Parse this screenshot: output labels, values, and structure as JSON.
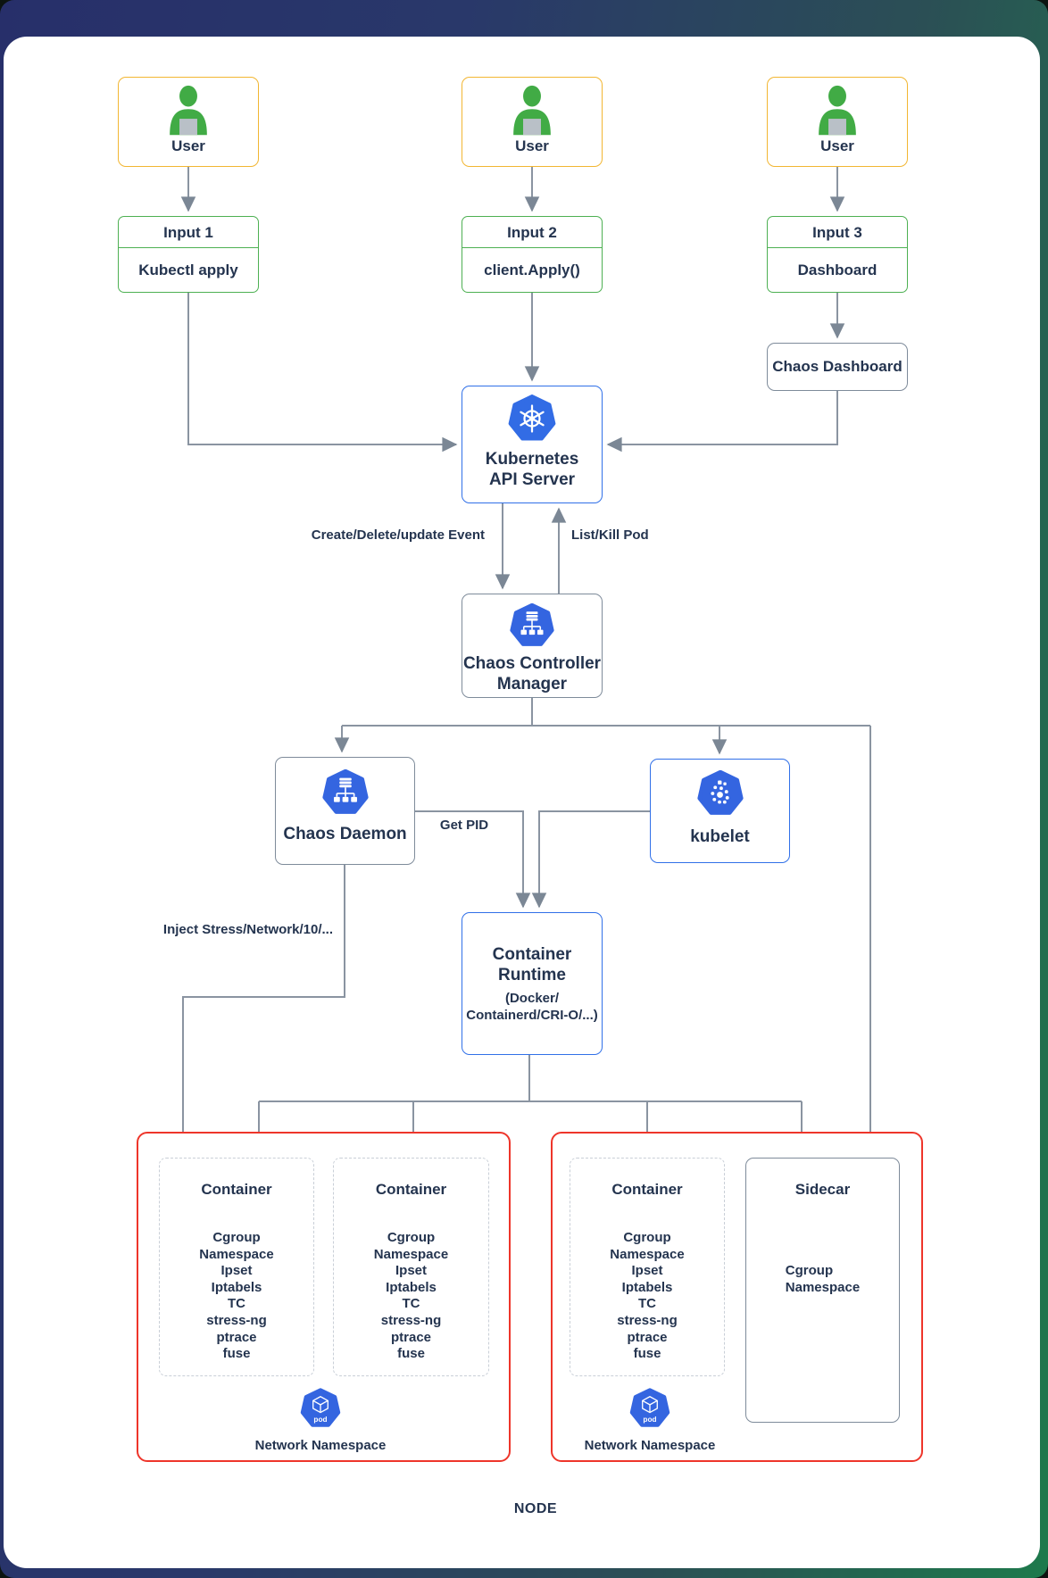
{
  "colors": {
    "accent_blue": "#326CE5",
    "border_blue": "#3070e8",
    "border_green": "#4db052",
    "border_yellow": "#f2b632",
    "border_red": "#ee352a",
    "border_gray": "#7e8b9a",
    "line_gray": "#8a94a1",
    "text": "#24344f",
    "icon_green": "#41ab45",
    "bg_navy": "#272f6a",
    "bg_green": "#1e7a4c"
  },
  "users": [
    {
      "label": "User"
    },
    {
      "label": "User"
    },
    {
      "label": "User"
    }
  ],
  "inputs": [
    {
      "title": "Input 1",
      "value": "Kubectl apply"
    },
    {
      "title": "Input 2",
      "value": "client.Apply()"
    },
    {
      "title": "Input 3",
      "value": "Dashboard"
    }
  ],
  "chaos_dashboard": {
    "label": "Chaos Dashboard"
  },
  "api_server": {
    "line1": "Kubernetes",
    "line2": "API Server"
  },
  "controller_manager": {
    "line1": "Chaos Controller",
    "line2": "Manager"
  },
  "chaos_daemon": {
    "label": "Chaos Daemon"
  },
  "kubelet": {
    "label": "kubelet"
  },
  "container_runtime": {
    "line1": "Container",
    "line2": "Runtime",
    "line3": "(Docker/",
    "line4": "Containerd/CRI-O/...)"
  },
  "edge_labels": {
    "create_event": "Create/Delete/update Event",
    "list_kill": "List/Kill Pod",
    "get_pid": "Get PID",
    "inject": "Inject Stress/Network/10/..."
  },
  "container_items": [
    "Cgroup",
    "Namespace",
    "Ipset",
    "Iptabels",
    "TC",
    "stress-ng",
    "ptrace",
    "fuse"
  ],
  "pod1": {
    "containers": [
      "Container",
      "Container"
    ],
    "network_label": "Network Namespace",
    "pod_label": "pod"
  },
  "pod2": {
    "container_title": "Container",
    "sidecar": {
      "title": "Sidecar",
      "items": [
        "Cgroup",
        "Namespace"
      ]
    },
    "network_label": "Network Namespace",
    "pod_label": "pod"
  },
  "node_label": "NODE"
}
